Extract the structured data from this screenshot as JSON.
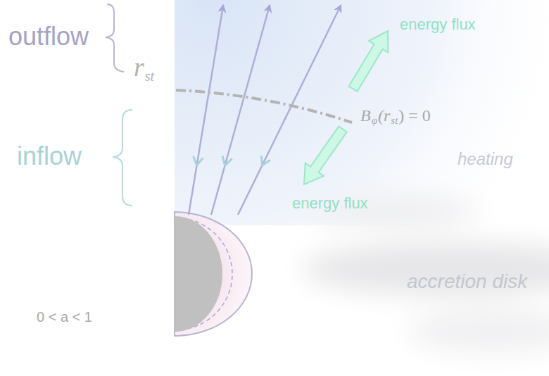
{
  "diagram": {
    "labels": [
      "outflow",
      "r",
      "st",
      "inflow",
      "energy flux",
      "B",
      "φ",
      "(r",
      "st",
      ") = 0",
      "heating",
      "energy flux",
      "accretion disk",
      "0 < a < 1"
    ]
  }
}
